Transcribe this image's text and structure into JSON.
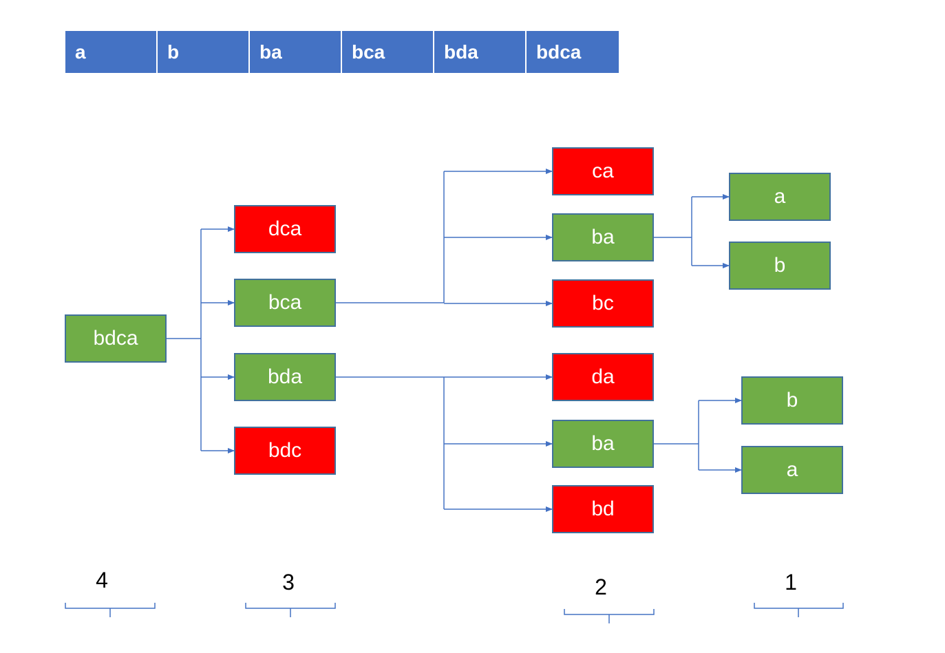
{
  "sequence": {
    "cells": [
      "a",
      "b",
      "ba",
      "bca",
      "bda",
      "bdca"
    ]
  },
  "nodes": {
    "bdca": "bdca",
    "dca": "dca",
    "bca": "bca",
    "bda": "bda",
    "bdc": "bdc",
    "ca": "ca",
    "ba_upper": "ba",
    "bc": "bc",
    "da": "da",
    "ba_lower": "ba",
    "bd": "bd",
    "a_upper": "a",
    "b_upper": "b",
    "b_lower": "b",
    "a_lower": "a"
  },
  "levels": {
    "l4": "4",
    "l3": "3",
    "l2": "2",
    "l1": "1"
  },
  "colors": {
    "valid": "#70ad47",
    "invalid": "#ff0000",
    "sequence": "#4472c4",
    "connector": "#4472c4",
    "border": "#41719c"
  }
}
